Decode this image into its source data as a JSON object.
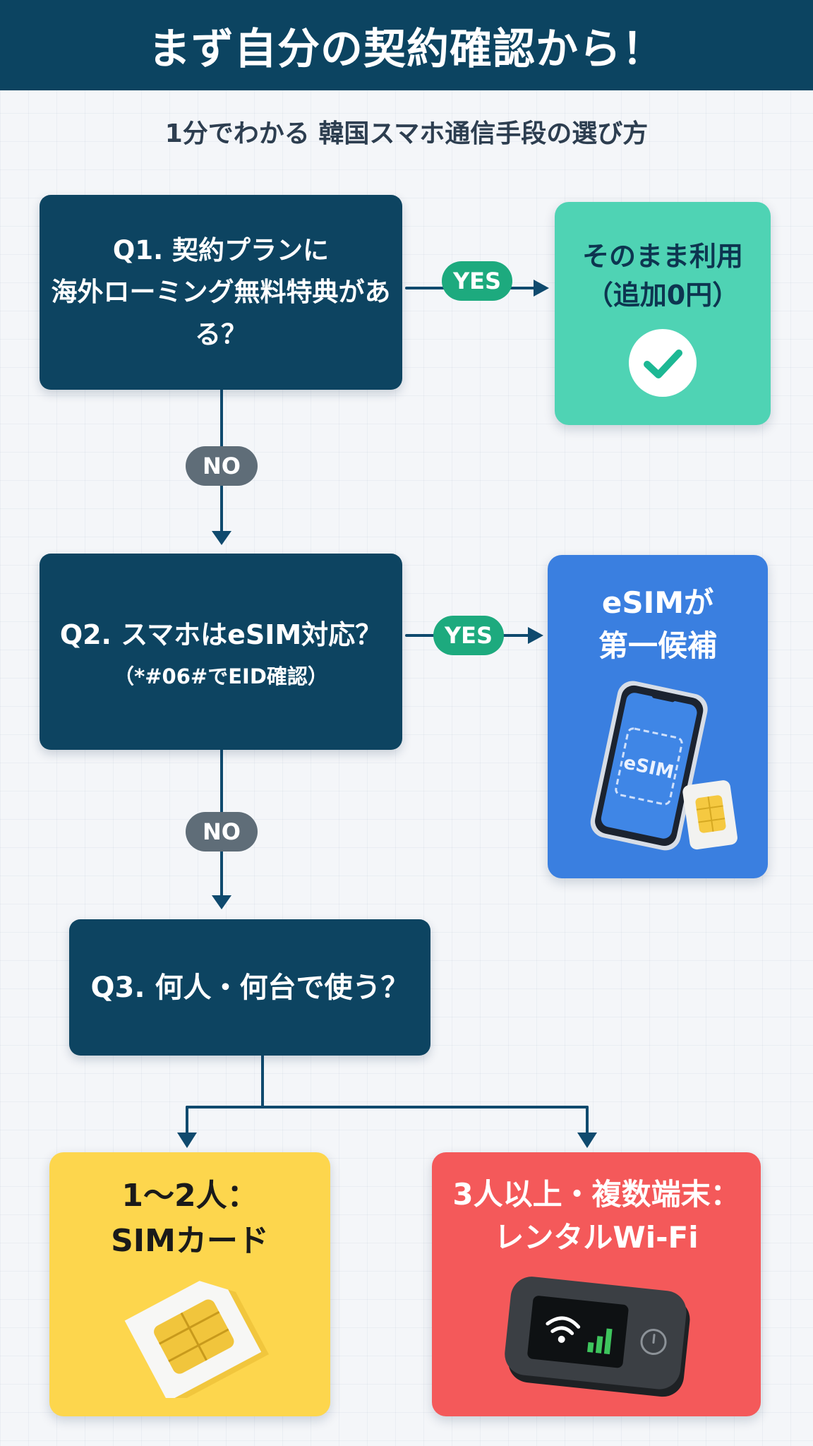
{
  "header": {
    "title": "まず自分の契約確認から！"
  },
  "subtitle": "1分でわかる 韓国スマホ通信手段の選び方",
  "q1": {
    "line1": "Q1. 契約プランに",
    "line2": "海外ローミング無料特典がある？"
  },
  "q2": {
    "line1": "Q2. スマホはeSIM対応？",
    "line2": "（*#06#でEID確認）"
  },
  "q3": {
    "line1": "Q3. 何人・何台で使う？"
  },
  "labels": {
    "yes": "YES",
    "no": "NO"
  },
  "result_roaming": {
    "line1": "そのまま利用",
    "line2": "（追加0円）",
    "icon": "check-icon",
    "color": "#4fd3b4"
  },
  "result_esim": {
    "line1": "eSIMが",
    "line2": "第一候補",
    "icon": "phone-esim-icon",
    "chip_label": "eSIM",
    "color": "#3a7fe0"
  },
  "result_sim": {
    "line1": "1〜2人：",
    "line2": "SIMカード",
    "icon": "sim-card-icon",
    "color": "#fdd64d"
  },
  "result_wifi": {
    "line1": "3人以上・複数端末：",
    "line2": "レンタルWi-Fi",
    "icon": "pocket-wifi-icon",
    "color": "#f4595a"
  },
  "colors": {
    "header": "#0c4461",
    "question_box": "#0d4461",
    "connector": "#0f4a6e",
    "yes": "#1daa7e",
    "no": "#5f6d78"
  }
}
